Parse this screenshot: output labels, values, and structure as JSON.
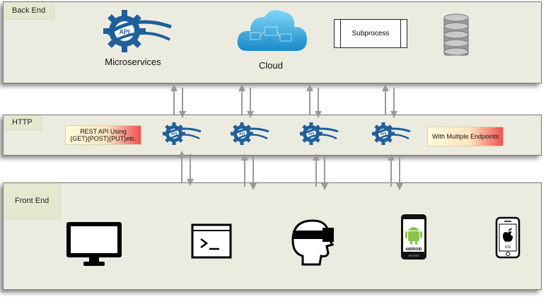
{
  "layers": {
    "back_end": "Back End",
    "http": "HTTP",
    "front_end": "Front End"
  },
  "back_end": {
    "microservices_label": "Microservices",
    "cloud_label": "Cloud",
    "subprocess_label": "Subprocess",
    "api_badge": "API"
  },
  "http": {
    "rest_note_line1": "REST API Using",
    "rest_note_line2": "{GET}{POST}{PUT}etc.",
    "endpoints_note": "With Multiple Endpoints",
    "api_badge": "API"
  },
  "front_end": {
    "android_label": "ANDROID",
    "ios_label": "iOS"
  },
  "colors": {
    "gear_blue": "#1f5f9b",
    "layer_bg": "#ecebe0",
    "tag_bg": "#e3e8cf",
    "android_green": "#8bc34a"
  }
}
